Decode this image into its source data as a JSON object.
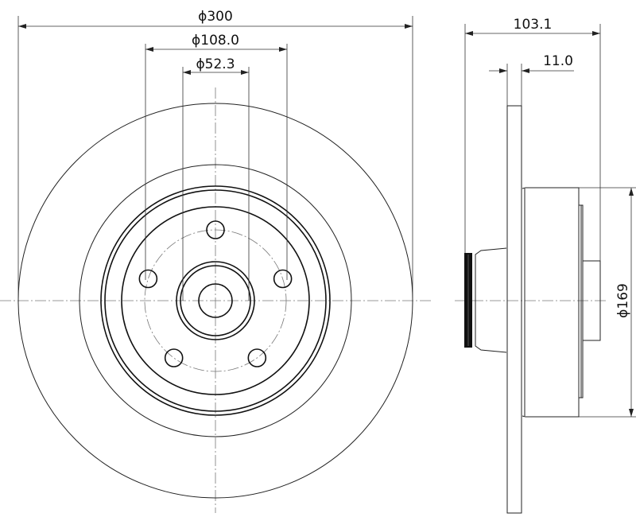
{
  "drawing": {
    "front_view": {
      "outer_diameter_label": "ϕ300",
      "bolt_circle_label": "ϕ108.0",
      "center_bore_label": "ϕ52.3",
      "bolt_holes": 5
    },
    "side_view": {
      "overall_height_label": "103.1",
      "disc_thickness_label": "11.0",
      "hub_diameter_label": "ϕ169"
    },
    "line_color": "#222222"
  }
}
